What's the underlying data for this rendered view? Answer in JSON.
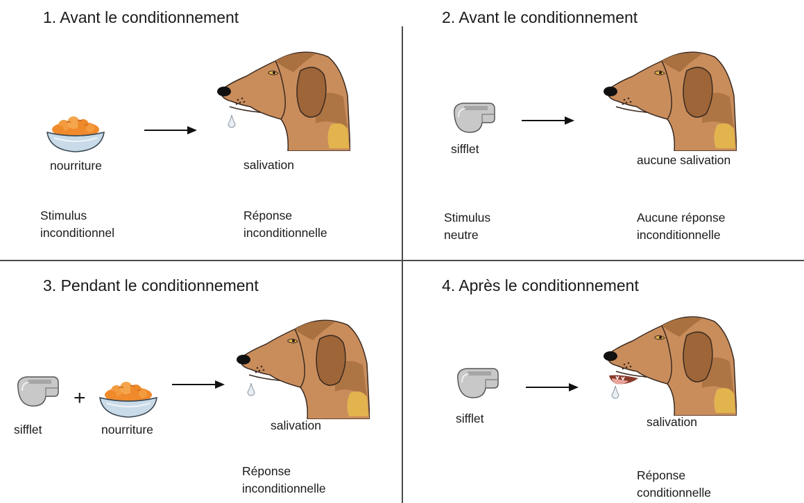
{
  "panels": [
    {
      "title": "1. Avant le conditionnement",
      "stimulus_label": "nourriture",
      "response_label": "salivation",
      "stimulus_type": "Stimulus\ninconditionnel",
      "response_type": "Réponse\ninconditionnelle"
    },
    {
      "title": "2. Avant le conditionnement",
      "stimulus_label": "sifflet",
      "response_label": "aucune salivation",
      "stimulus_type": "Stimulus\nneutre",
      "response_type": "Aucune réponse\ninconditionnelle"
    },
    {
      "title": "3. Pendant le conditionnement",
      "stimulus_label_1": "sifflet",
      "plus": "+",
      "stimulus_label_2": "nourriture",
      "response_label": "salivation",
      "response_type": "Réponse\ninconditionnelle"
    },
    {
      "title": "4. Après le conditionnement",
      "stimulus_label": "sifflet",
      "response_label": "salivation",
      "response_type": "Réponse\nconditionnelle"
    }
  ],
  "colors": {
    "dog_fur": "#c98d5c",
    "dog_patch": "#a9713f",
    "dog_chest": "#e2b44e",
    "food": "#f08a2c",
    "bowl": "#c9dbe8",
    "whistle": "#c8c8c8",
    "divider": "#4a4a4a"
  },
  "icons": [
    "food-bowl-icon",
    "whistle-icon",
    "dog-head-icon",
    "arrow-right-icon",
    "saliva-drop-icon"
  ]
}
